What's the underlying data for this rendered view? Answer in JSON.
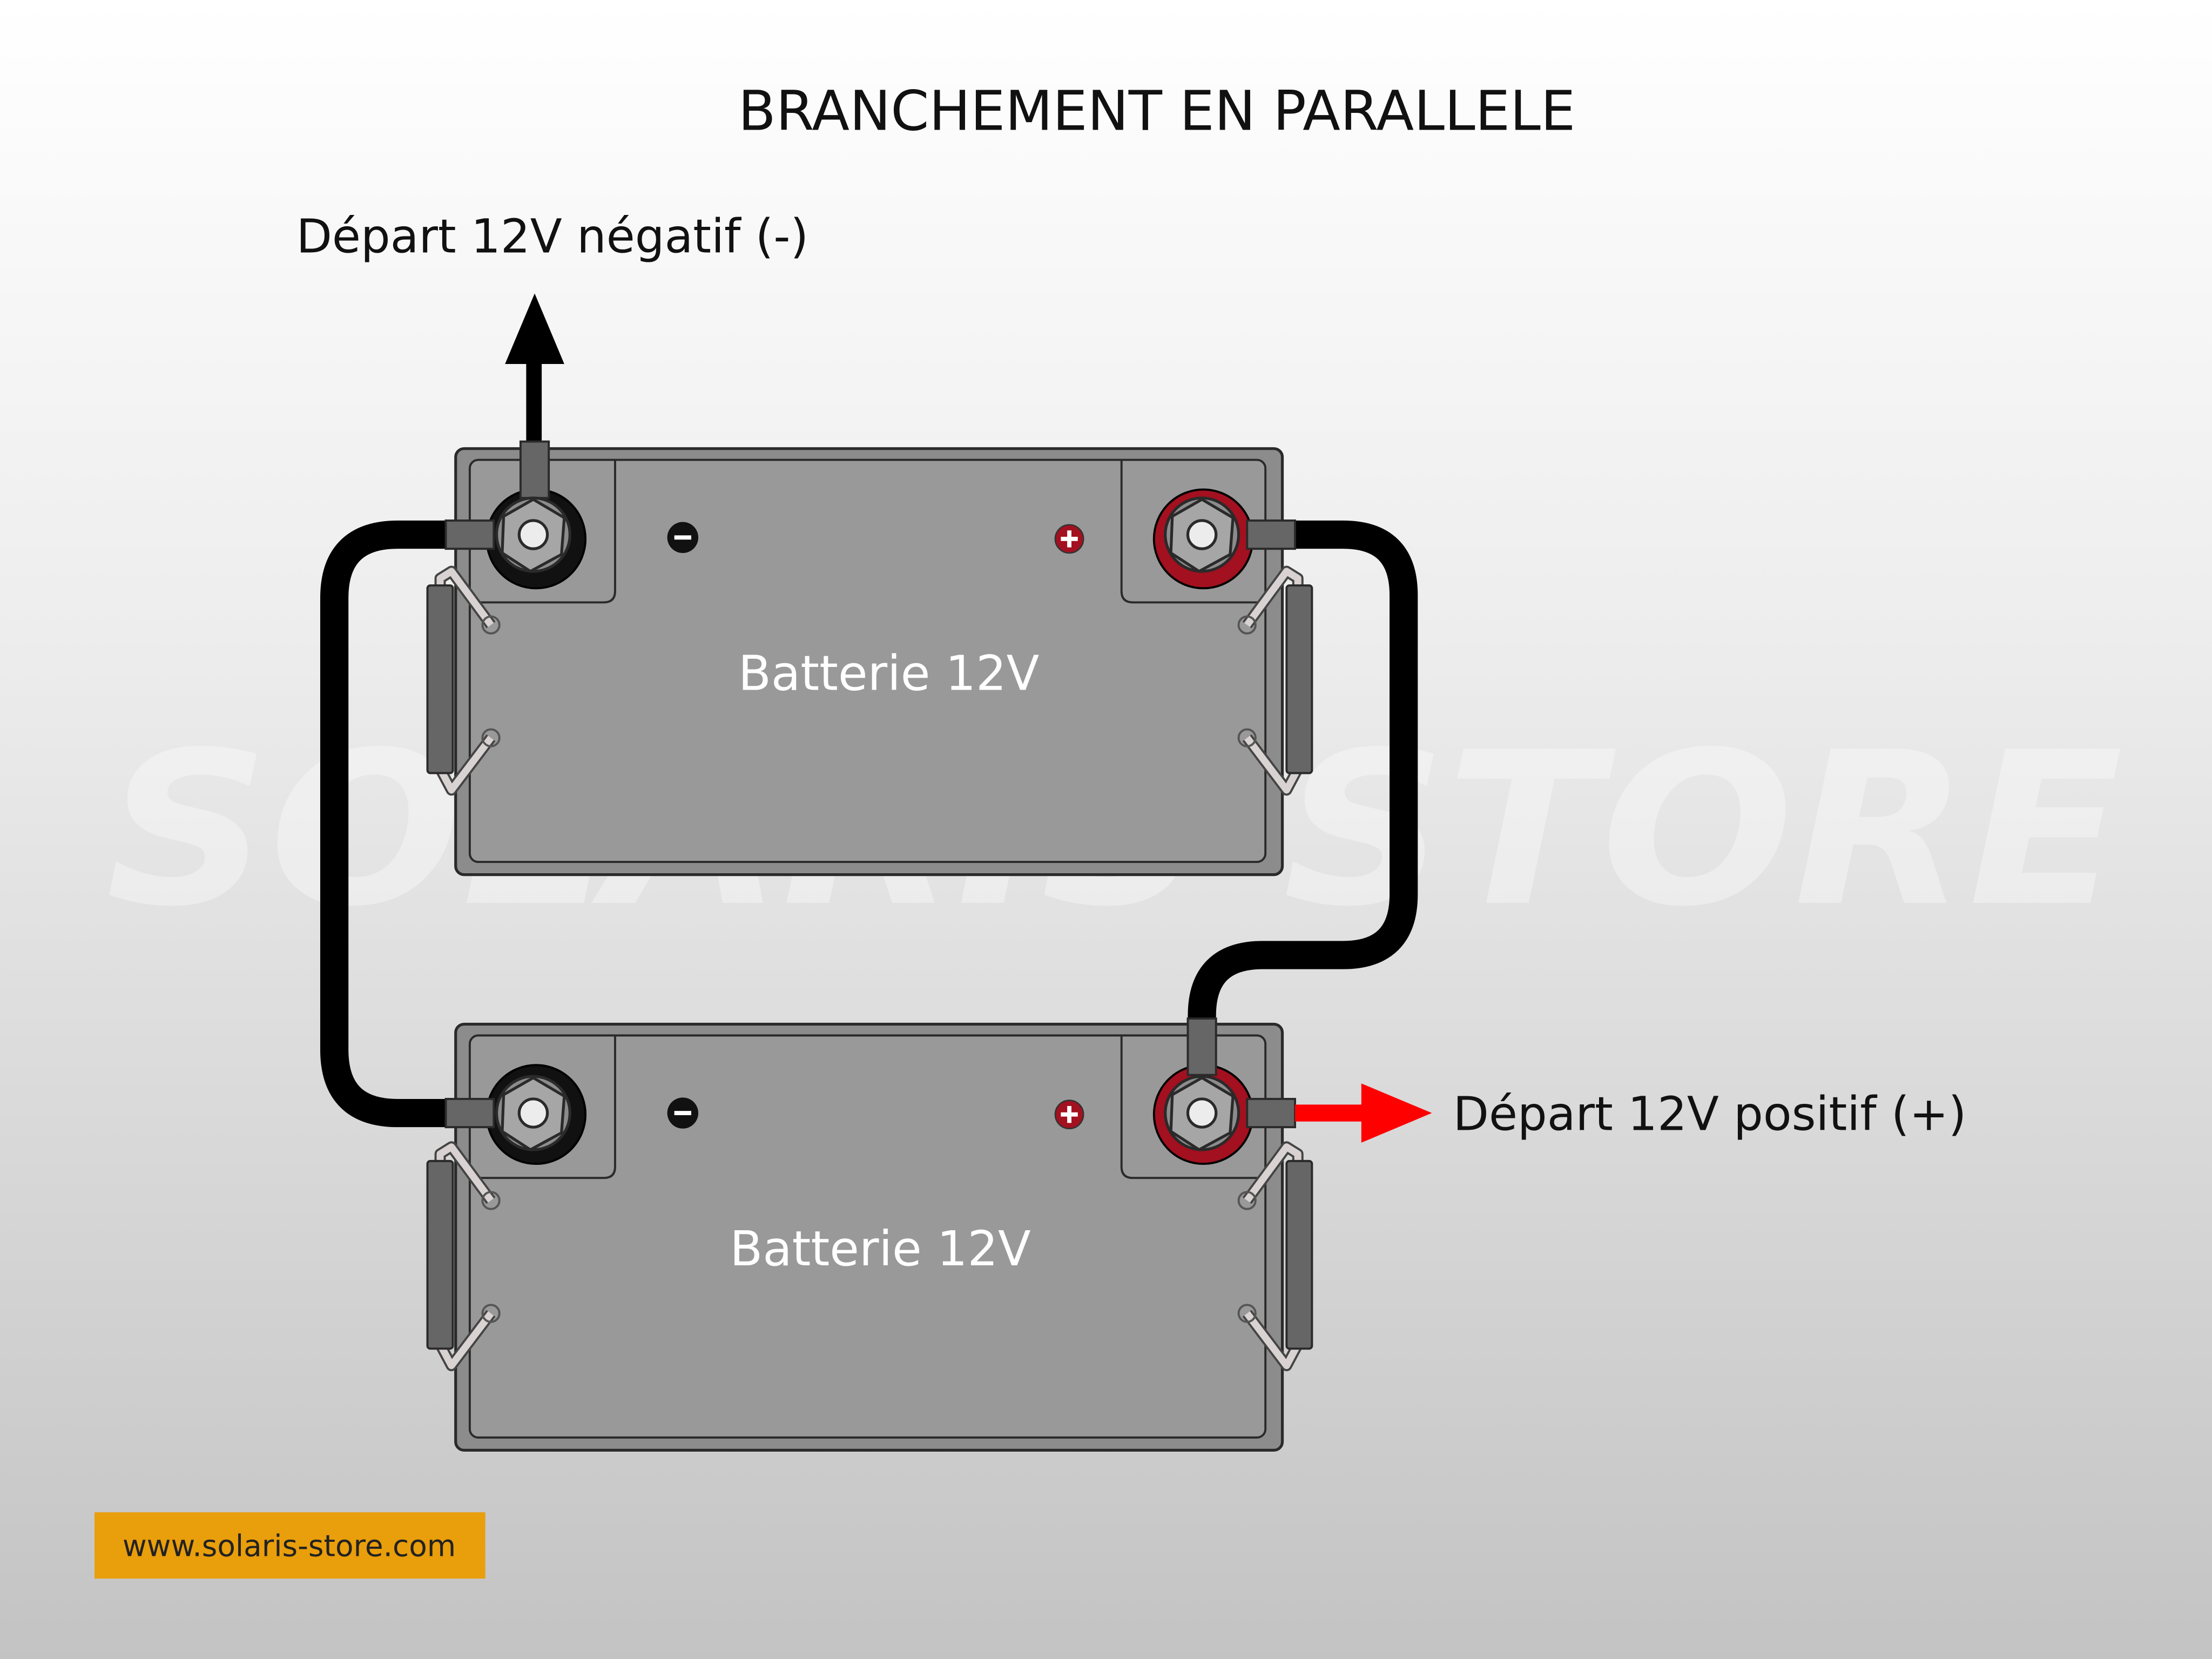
{
  "title": "BRANCHEMENT EN PARALLELE",
  "labels": {
    "negative_output": "Départ 12V négatif (-)",
    "positive_output": "Départ 12V positif (+)"
  },
  "batteries": [
    {
      "label": "Batterie 12V"
    },
    {
      "label": "Batterie 12V"
    }
  ],
  "watermark": "SOLARIS STORE",
  "website": "www.solaris-store.com",
  "colors": {
    "cable": "#000000",
    "positive_terminal": "#a3101f",
    "positive_arrow": "#ff0000",
    "battery_body": "#999999",
    "website_badge": "#e99e0b"
  }
}
